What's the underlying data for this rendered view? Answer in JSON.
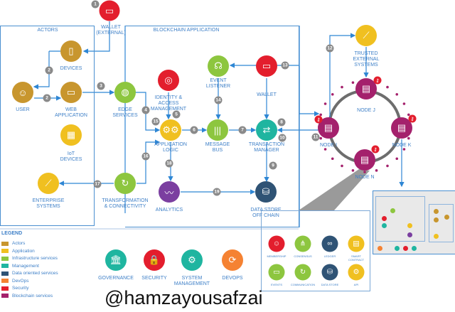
{
  "sections": {
    "actors": "ACTORS",
    "blockchain_app": "BLOCKCHAIN APPLICATION"
  },
  "nodes": {
    "wallet_external": "WALLET\n(EXTERNAL)",
    "devices": "DEVICES",
    "user": "USER",
    "web_application": "WEB\nAPPLICATION",
    "iot_devices": "IoT\nDEVICES",
    "enterprise_systems": "ENTERPRISE\nSYSTEMS",
    "edge_services": "EDGE\nSERVICES",
    "transformation": "TRANSFORMATION\n& CONNECTIVITY",
    "identity": "IDENTITY &\nACCESS\nMANAGEMENT",
    "application_logic": "APPLICATION\nLOGIC",
    "event_listener": "EVENT\nLISTENER",
    "wallet": "WALLET",
    "message_bus": "MESSAGE\nBUS",
    "transaction_manager": "TRANSACTION\nMANAGER",
    "analytics": "ANALYTICS",
    "data_store": "DATA STORE\nOFF CHAIN",
    "trusted_external": "TRUSTED\nEXTERNAL\nSYSTEMS",
    "node_j": "NODE J",
    "node_i": "NODE I",
    "node_k": "NODE K",
    "node_n": "NODE N"
  },
  "badges": [
    "1",
    "2",
    "2",
    "3",
    "4",
    "5",
    "15",
    "6",
    "7",
    "8",
    "10",
    "9",
    "14",
    "13",
    "12",
    "11",
    "16",
    "18",
    "19",
    "17"
  ],
  "components": {
    "membership": "MEMBERSHIP",
    "consensus": "CONSENSUS",
    "ledger": "LEDGER",
    "smart_contract": "SMART\nCONTRACT",
    "events": "EVENTS",
    "communication": "COMMUNICATION",
    "data_store": "DATA STORE",
    "api": "API"
  },
  "bottom": {
    "governance": "GOVERNANCE",
    "security": "SECURITY",
    "system_management": "SYSTEM\nMANAGEMENT",
    "devops": "DEVOPS"
  },
  "legend": {
    "title": "LEGEND",
    "items": [
      {
        "label": "Actors",
        "color": "#c8962e"
      },
      {
        "label": "Application",
        "color": "#f0c020"
      },
      {
        "label": "Infrastructure services",
        "color": "#8dc63f"
      },
      {
        "label": "Management",
        "color": "#1fb5a0"
      },
      {
        "label": "Data oriented services",
        "color": "#2f5375"
      },
      {
        "label": "DevOps",
        "color": "#f58232"
      },
      {
        "label": "Security",
        "color": "#e31e2d"
      },
      {
        "label": "Blockchain services",
        "color": "#a4216c"
      }
    ]
  },
  "watermark": "@hamzayousafzai"
}
